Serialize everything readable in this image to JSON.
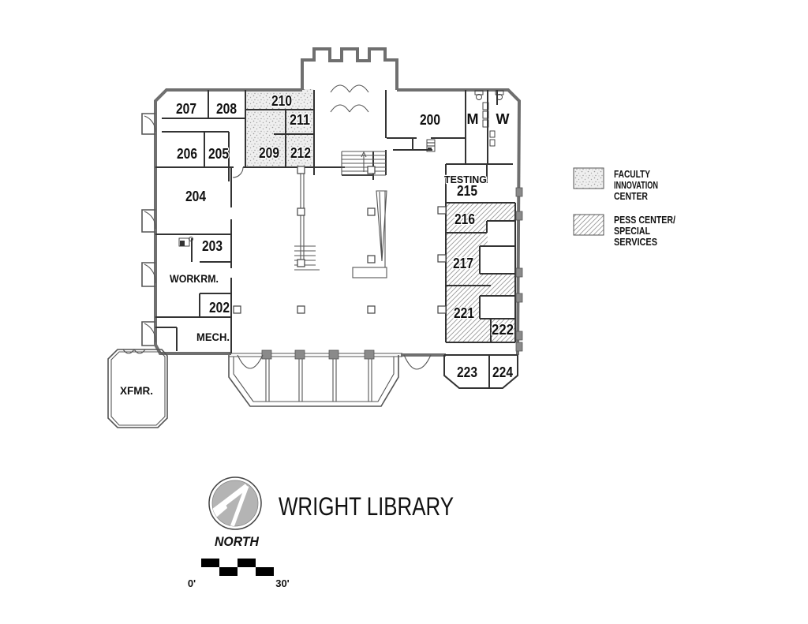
{
  "title": "WRIGHT LIBRARY",
  "north": {
    "label": "NORTH"
  },
  "scale_bar": {
    "start_label": "0'",
    "end_label": "30'"
  },
  "legend": {
    "items": [
      {
        "name": "faculty-innovation-center",
        "pattern": "stipple",
        "lines": [
          "FACULTY",
          "INNOVATION",
          "CENTER"
        ]
      },
      {
        "name": "pess-center-special-services",
        "pattern": "diagonal",
        "lines": [
          "PESS CENTER/",
          "SPECIAL",
          "SERVICES"
        ]
      }
    ]
  },
  "rooms": {
    "r200": "200",
    "r202": "202",
    "r203": "203",
    "r204": "204",
    "r205": "205",
    "r206": "206",
    "r207": "207",
    "r208": "208",
    "r209": "209",
    "r210": "210",
    "r211": "211",
    "r212": "212",
    "r215": "215",
    "r216": "216",
    "r217": "217",
    "r221": "221",
    "r222": "222",
    "r223": "223",
    "r224": "224",
    "testing": "TESTING",
    "workrm": "WORKRM.",
    "mech": "MECH.",
    "xfmr": "XFMR.",
    "mens": "M",
    "womens": "W"
  },
  "colors": {
    "wall": "#6f6f6f",
    "partition": "#333333",
    "hatch_line": "#9b9b9b",
    "stipple_bg": "#efefef",
    "column_gray": "#8a8a8a",
    "black": "#000000"
  }
}
